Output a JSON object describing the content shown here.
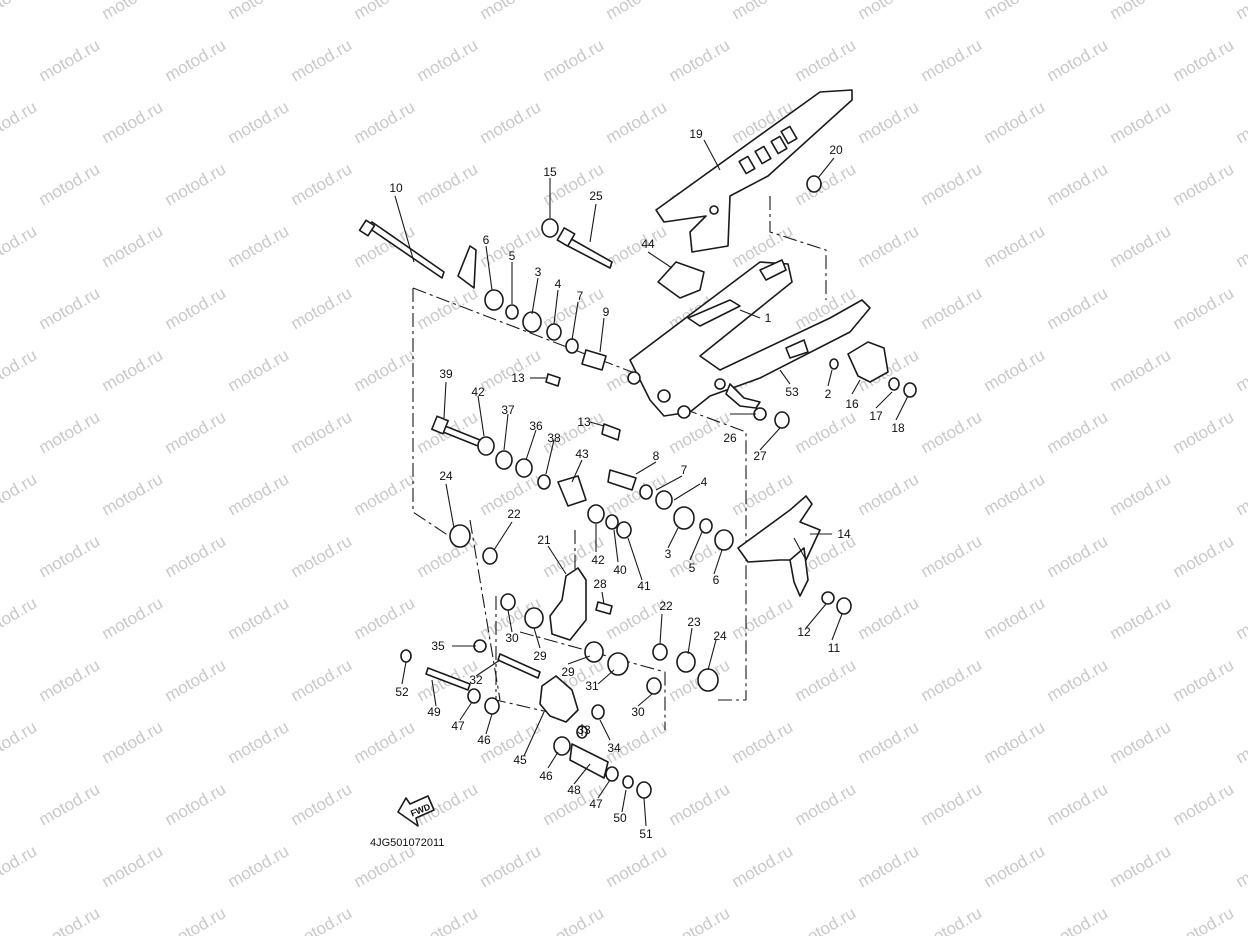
{
  "watermark": "motod.ru",
  "diagram_code": "4JG501072011",
  "fwd_label": "FWD",
  "part_numbers": [
    "1",
    "2",
    "3",
    "4",
    "5",
    "6",
    "7",
    "8",
    "9",
    "10",
    "11",
    "12",
    "13",
    "14",
    "15",
    "16",
    "17",
    "18",
    "19",
    "20",
    "21",
    "22",
    "23",
    "24",
    "25",
    "26",
    "27",
    "28",
    "29",
    "30",
    "31",
    "32",
    "33",
    "34",
    "35",
    "36",
    "37",
    "38",
    "39",
    "40",
    "41",
    "42",
    "43",
    "44",
    "45",
    "46",
    "47",
    "48",
    "49",
    "50",
    "51",
    "52",
    "53"
  ]
}
